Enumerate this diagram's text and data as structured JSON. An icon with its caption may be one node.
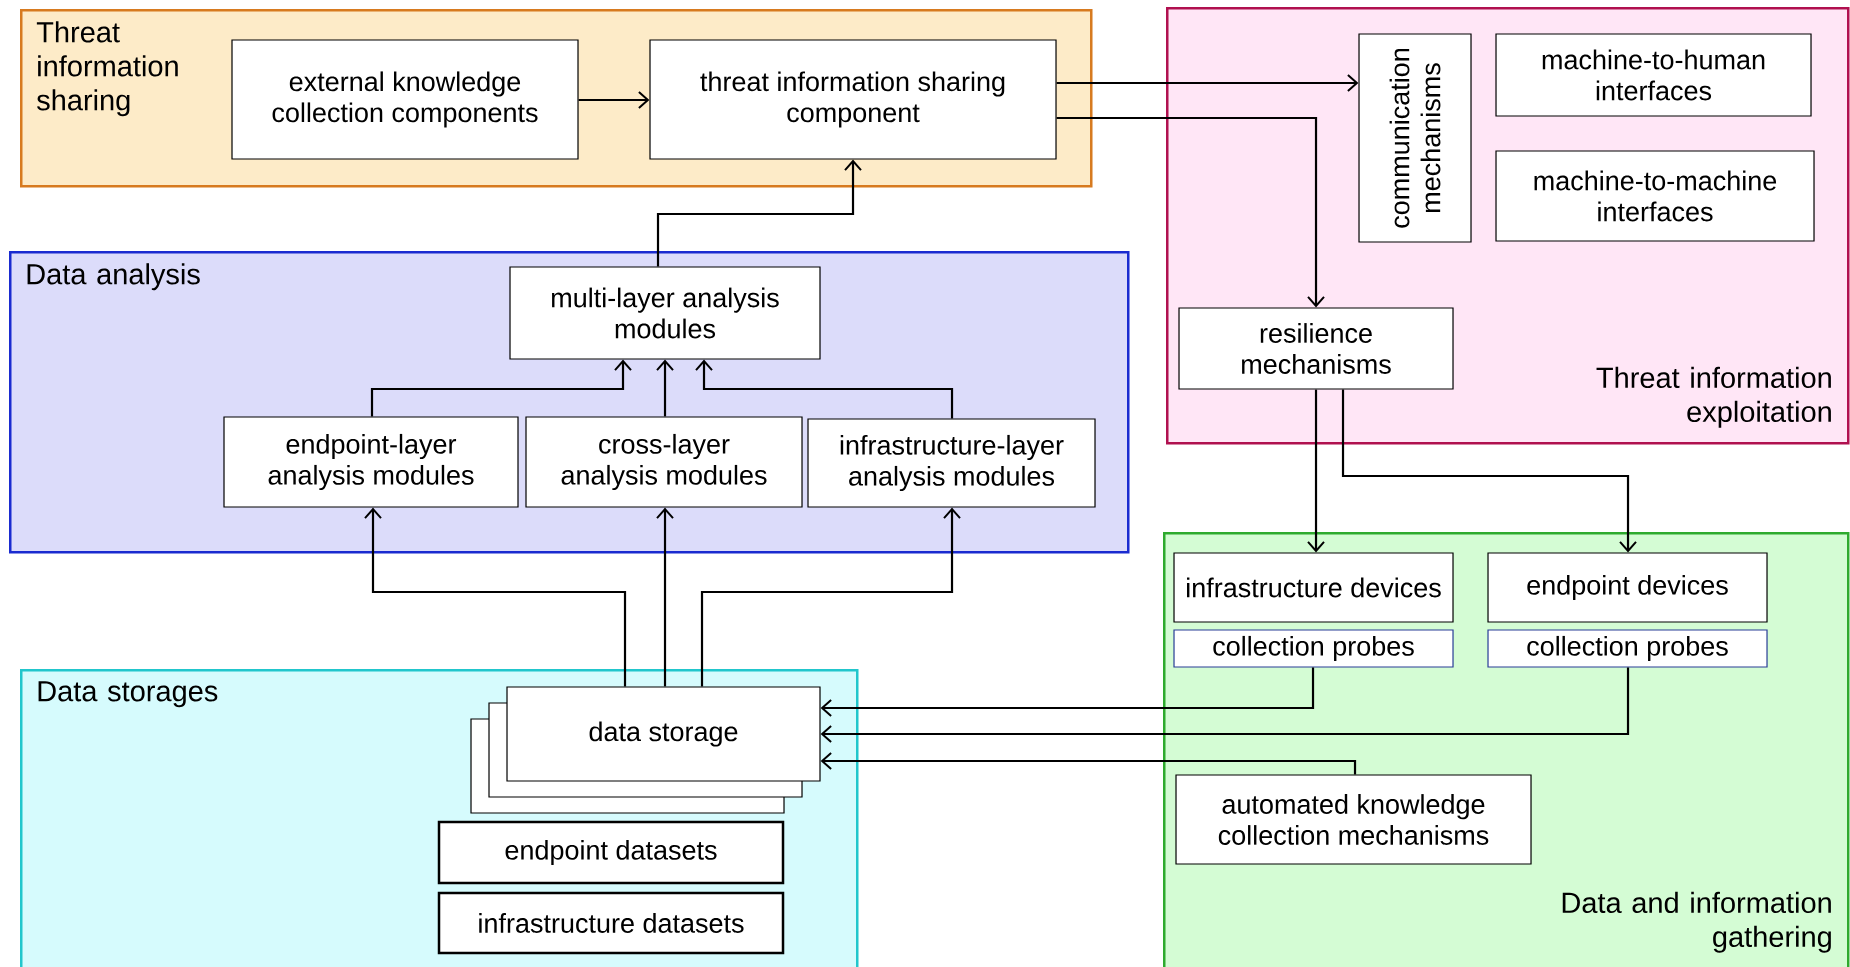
{
  "diagram": {
    "nodes": [
      {
        "text": [
          "Threat information sharing"
        ]
      },
      {
        "text": [
          "external knowledge collection components"
        ],
        "in": 0
      },
      {
        "text": [
          "threat information sharing component"
        ],
        "in": 0
      },
      {
        "text": [
          "Threat information exploitation"
        ]
      },
      {
        "text": [
          "communication mechanisms"
        ],
        "in": 3
      },
      {
        "text": [
          "machine-to-human interfaces"
        ],
        "in": 3
      },
      {
        "text": [
          "machine-to-machine interfaces"
        ],
        "in": 3
      },
      {
        "text": [
          "resilience mechanisms"
        ],
        "in": 3
      },
      {
        "text": [
          "Data analysis"
        ]
      },
      {
        "text": [
          "multi-layer analysis modules"
        ],
        "in": 8
      },
      {
        "text": [
          "endpoint-layer analysis modules"
        ],
        "in": 8
      },
      {
        "text": [
          "cross-layer analysis modules"
        ],
        "in": 8
      },
      {
        "text": [
          "infrastructure-layer analysis modules"
        ],
        "in": 8
      },
      {
        "text": [
          "Data storages"
        ]
      },
      {
        "text": [
          "data storage"
        ],
        "in": 13
      },
      {
        "text": [
          "endpoint datasets"
        ],
        "in": 13
      },
      {
        "text": [
          "infrastructure datasets"
        ],
        "in": 13
      },
      {
        "text": [
          "Data and information gathering"
        ]
      },
      {
        "text": [
          "infrastructure devices"
        ],
        "in": 17
      },
      {
        "text": [
          "collection probes"
        ],
        "in": 17
      },
      {
        "text": [
          "endpoint devices"
        ],
        "in": 17
      },
      {
        "text": [
          "collection probes"
        ],
        "in": 17
      },
      {
        "text": [
          "automated knowledge collection mechanisms"
        ],
        "in": 17
      }
    ],
    "edges": [
      {
        "from": 1,
        "to": 2,
        "arrow": "to"
      },
      {
        "from": 2,
        "to": 4,
        "arrow": "to"
      },
      {
        "from": 2,
        "to": 7,
        "arrow": "to"
      },
      {
        "from": 9,
        "to": 2,
        "arrow": "to"
      },
      {
        "from": 10,
        "to": 9,
        "arrow": "to"
      },
      {
        "from": 11,
        "to": 9,
        "arrow": "to"
      },
      {
        "from": 12,
        "to": 9,
        "arrow": "to"
      },
      {
        "from": 14,
        "to": 10,
        "arrow": "to"
      },
      {
        "from": 14,
        "to": 11,
        "arrow": "to"
      },
      {
        "from": 14,
        "to": 12,
        "arrow": "to"
      },
      {
        "from": 7,
        "to": 18,
        "arrow": "to"
      },
      {
        "from": 7,
        "to": 20,
        "arrow": "to"
      },
      {
        "from": 19,
        "to": 14,
        "arrow": "to"
      },
      {
        "from": 21,
        "to": 14,
        "arrow": "to"
      },
      {
        "from": 22,
        "to": 14,
        "arrow": "to"
      }
    ]
  }
}
